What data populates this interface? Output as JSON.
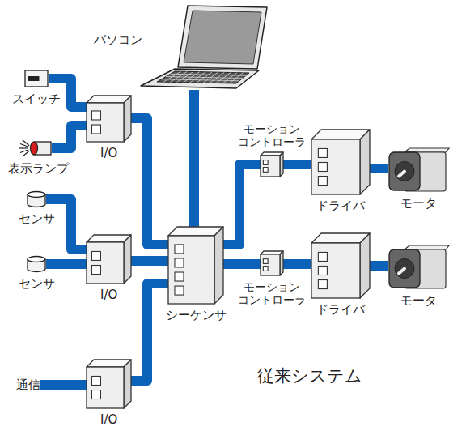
{
  "diagram": {
    "title": "従来システム",
    "nodes": [
      {
        "text": [
          "パソコン"
        ]
      },
      {
        "text": [
          "スイッチ"
        ]
      },
      {
        "text": [
          "表示ランプ"
        ]
      },
      {
        "text": [
          "I/O"
        ]
      },
      {
        "text": [
          "センサ"
        ]
      },
      {
        "text": [
          "センサ"
        ]
      },
      {
        "text": [
          "I/O"
        ]
      },
      {
        "text": [
          "通信"
        ]
      },
      {
        "text": [
          "I/O"
        ]
      },
      {
        "text": [
          "シーケンサ"
        ]
      },
      {
        "text": [
          "モーション コントローラ"
        ]
      },
      {
        "text": [
          "ドライバ"
        ]
      },
      {
        "text": [
          "モータ"
        ]
      },
      {
        "text": [
          "モーション コントローラ"
        ]
      },
      {
        "text": [
          "ドライバ"
        ]
      },
      {
        "text": [
          "モータ"
        ]
      }
    ],
    "edges": [
      {
        "from": 1,
        "to": 3,
        "arrow": "none"
      },
      {
        "from": 2,
        "to": 3,
        "arrow": "none"
      },
      {
        "from": 3,
        "to": 9,
        "arrow": "none"
      },
      {
        "from": 4,
        "to": 6,
        "arrow": "none"
      },
      {
        "from": 5,
        "to": 6,
        "arrow": "none"
      },
      {
        "from": 6,
        "to": 9,
        "arrow": "none"
      },
      {
        "from": 7,
        "to": 8,
        "arrow": "none"
      },
      {
        "from": 8,
        "to": 9,
        "arrow": "none"
      },
      {
        "from": 0,
        "to": 9,
        "arrow": "none"
      },
      {
        "from": 9,
        "to": 10,
        "arrow": "none"
      },
      {
        "from": 10,
        "to": 11,
        "arrow": "none"
      },
      {
        "from": 11,
        "to": 12,
        "arrow": "none"
      },
      {
        "from": 9,
        "to": 13,
        "arrow": "none"
      },
      {
        "from": 13,
        "to": 14,
        "arrow": "none"
      },
      {
        "from": 14,
        "to": 15,
        "arrow": "none"
      }
    ]
  }
}
